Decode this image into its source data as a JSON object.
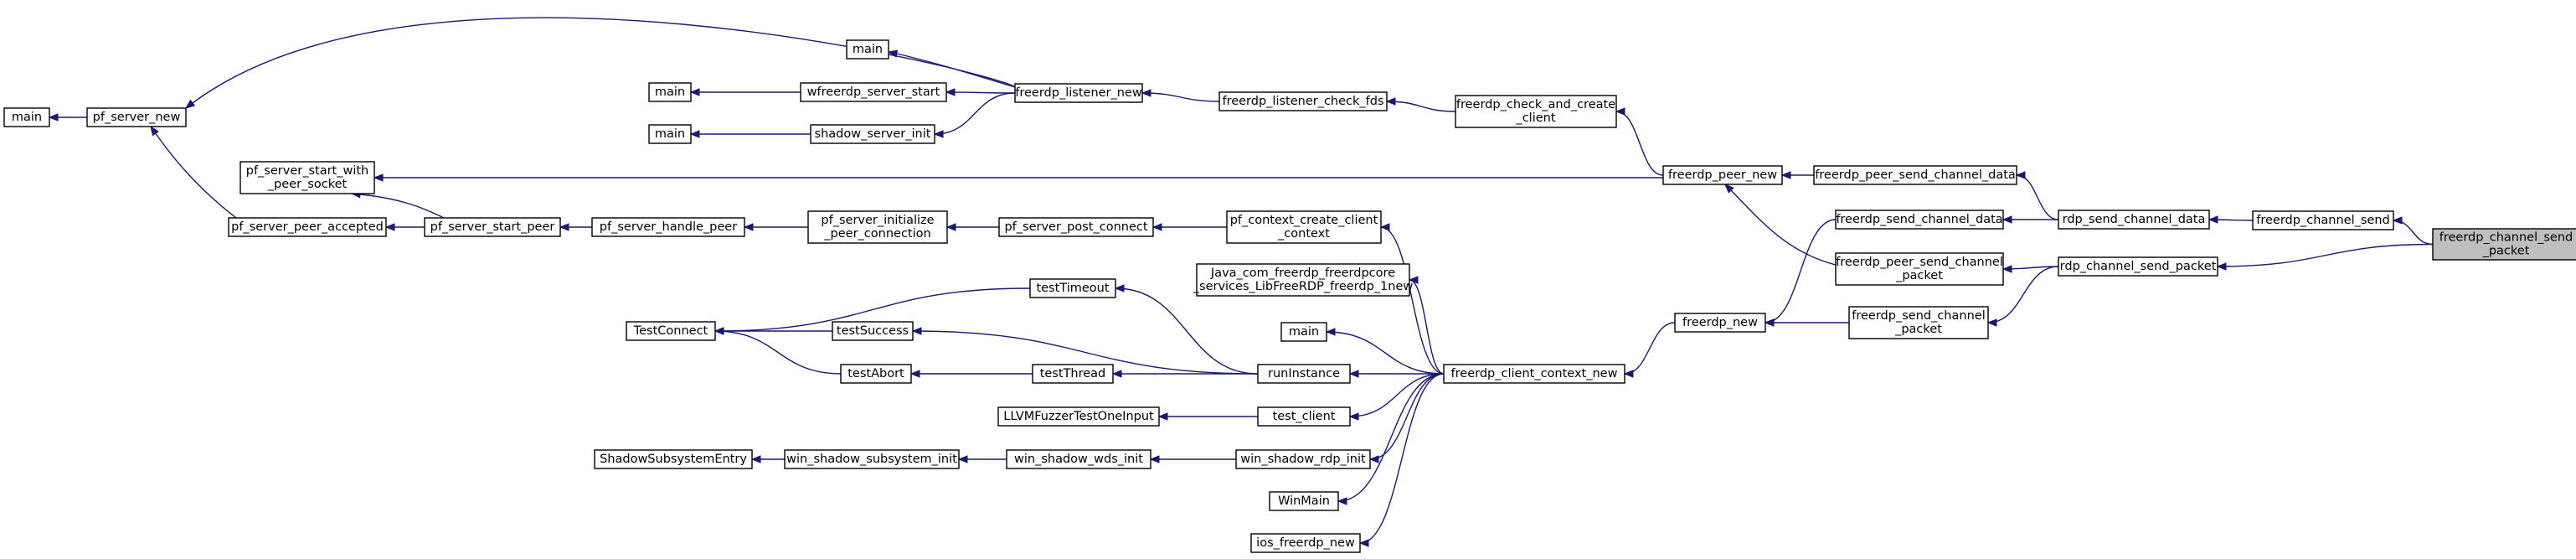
{
  "colors": {
    "edge": "#191970",
    "root_fill": "#bfbfbf",
    "node_fill": "#ffffff",
    "node_border": "#000000"
  },
  "nodes": [
    {
      "id": "root",
      "lines": [
        "freerdp_channel_send",
        "_packet"
      ]
    },
    {
      "id": "fcs",
      "lines": [
        "freerdp_channel_send"
      ]
    },
    {
      "id": "rcsp",
      "lines": [
        "rdp_channel_send_packet"
      ]
    },
    {
      "id": "rsc",
      "lines": [
        "rdp_send_channel_data"
      ]
    },
    {
      "id": "fpscd",
      "lines": [
        "freerdp_peer_send_channel_data"
      ]
    },
    {
      "id": "fscd",
      "lines": [
        "freerdp_send_channel_data"
      ]
    },
    {
      "id": "fpscp",
      "lines": [
        "freerdp_peer_send_channel",
        "_packet"
      ]
    },
    {
      "id": "fscp",
      "lines": [
        "freerdp_send_channel",
        "_packet"
      ]
    },
    {
      "id": "fpn",
      "lines": [
        "freerdp_peer_new"
      ]
    },
    {
      "id": "fnew",
      "lines": [
        "freerdp_new"
      ]
    },
    {
      "id": "fcacc",
      "lines": [
        "freerdp_check_and_create",
        "_client"
      ]
    },
    {
      "id": "fcfds",
      "lines": [
        "freerdp_listener_check_fds"
      ]
    },
    {
      "id": "fln",
      "lines": [
        "freerdp_listener_new"
      ]
    },
    {
      "id": "wfss",
      "lines": [
        "wfreerdp_server_start"
      ]
    },
    {
      "id": "ssi",
      "lines": [
        "shadow_server_init"
      ]
    },
    {
      "id": "main1",
      "lines": [
        "main"
      ]
    },
    {
      "id": "main2",
      "lines": [
        "main"
      ]
    },
    {
      "id": "main3",
      "lines": [
        "main"
      ]
    },
    {
      "id": "psn",
      "lines": [
        "pf_server_new"
      ]
    },
    {
      "id": "main0",
      "lines": [
        "main"
      ]
    },
    {
      "id": "pssps",
      "lines": [
        "pf_server_start_with",
        "_peer_socket"
      ]
    },
    {
      "id": "pspa",
      "lines": [
        "pf_server_peer_accepted"
      ]
    },
    {
      "id": "pssp",
      "lines": [
        "pf_server_start_peer"
      ]
    },
    {
      "id": "pshp",
      "lines": [
        "pf_server_handle_peer"
      ]
    },
    {
      "id": "psipc",
      "lines": [
        "pf_server_initialize",
        "_peer_connection"
      ]
    },
    {
      "id": "pspc",
      "lines": [
        "pf_server_post_connect"
      ]
    },
    {
      "id": "pccc",
      "lines": [
        "pf_context_create_client",
        "_context"
      ]
    },
    {
      "id": "java",
      "lines": [
        "Java_com_freerdp_freerdpcore",
        "_services_LibFreeRDP_freerdp_1new"
      ]
    },
    {
      "id": "main4",
      "lines": [
        "main"
      ]
    },
    {
      "id": "fccn",
      "lines": [
        "freerdp_client_context_new"
      ]
    },
    {
      "id": "runi",
      "lines": [
        "runInstance"
      ]
    },
    {
      "id": "ttimeout",
      "lines": [
        "testTimeout"
      ]
    },
    {
      "id": "tsuccess",
      "lines": [
        "testSuccess"
      ]
    },
    {
      "id": "tthread",
      "lines": [
        "testThread"
      ]
    },
    {
      "id": "tabort",
      "lines": [
        "testAbort"
      ]
    },
    {
      "id": "tconnect",
      "lines": [
        "TestConnect"
      ]
    },
    {
      "id": "tclient",
      "lines": [
        "test_client"
      ]
    },
    {
      "id": "llvm",
      "lines": [
        "LLVMFuzzerTestOneInput"
      ]
    },
    {
      "id": "wsri",
      "lines": [
        "win_shadow_rdp_init"
      ]
    },
    {
      "id": "wswi",
      "lines": [
        "win_shadow_wds_init"
      ]
    },
    {
      "id": "wssi",
      "lines": [
        "win_shadow_subsystem_init"
      ]
    },
    {
      "id": "sse",
      "lines": [
        "ShadowSubsystemEntry"
      ]
    },
    {
      "id": "winmain",
      "lines": [
        "WinMain"
      ]
    },
    {
      "id": "ios",
      "lines": [
        "ios_freerdp_new"
      ]
    }
  ],
  "edges": [
    [
      "root",
      "fcs"
    ],
    [
      "root",
      "rcsp"
    ],
    [
      "fcs",
      "rsc"
    ],
    [
      "rsc",
      "fpscd"
    ],
    [
      "rsc",
      "fscd"
    ],
    [
      "rcsp",
      "fpscp"
    ],
    [
      "rcsp",
      "fscp"
    ],
    [
      "fpscd",
      "fpn"
    ],
    [
      "fpscp",
      "fpn"
    ],
    [
      "fscd",
      "fnew"
    ],
    [
      "fscp",
      "fnew"
    ],
    [
      "fpn",
      "fcacc"
    ],
    [
      "fpn",
      "pssps"
    ],
    [
      "fcacc",
      "fcfds"
    ],
    [
      "fcfds",
      "fln"
    ],
    [
      "fln",
      "main1"
    ],
    [
      "fln",
      "wfss"
    ],
    [
      "fln",
      "ssi"
    ],
    [
      "fln",
      "psn"
    ],
    [
      "wfss",
      "main2"
    ],
    [
      "ssi",
      "main3"
    ],
    [
      "psn",
      "main0"
    ],
    [
      "pspa",
      "psn"
    ],
    [
      "pssp",
      "pspa"
    ],
    [
      "pssp",
      "pssps"
    ],
    [
      "pshp",
      "pssp"
    ],
    [
      "psipc",
      "pshp"
    ],
    [
      "pspc",
      "psipc"
    ],
    [
      "pccc",
      "pspc"
    ],
    [
      "fnew",
      "fccn"
    ],
    [
      "fccn",
      "pccc"
    ],
    [
      "fccn",
      "java"
    ],
    [
      "fccn",
      "main4"
    ],
    [
      "fccn",
      "runi"
    ],
    [
      "fccn",
      "tclient"
    ],
    [
      "fccn",
      "wsri"
    ],
    [
      "fccn",
      "winmain"
    ],
    [
      "fccn",
      "ios"
    ],
    [
      "runi",
      "ttimeout"
    ],
    [
      "runi",
      "tsuccess"
    ],
    [
      "runi",
      "tthread"
    ],
    [
      "ttimeout",
      "tconnect"
    ],
    [
      "tsuccess",
      "tconnect"
    ],
    [
      "tthread",
      "tabort"
    ],
    [
      "tabort",
      "tconnect"
    ],
    [
      "tclient",
      "llvm"
    ],
    [
      "wsri",
      "wswi"
    ],
    [
      "wswi",
      "wssi"
    ],
    [
      "wssi",
      "sse"
    ]
  ]
}
